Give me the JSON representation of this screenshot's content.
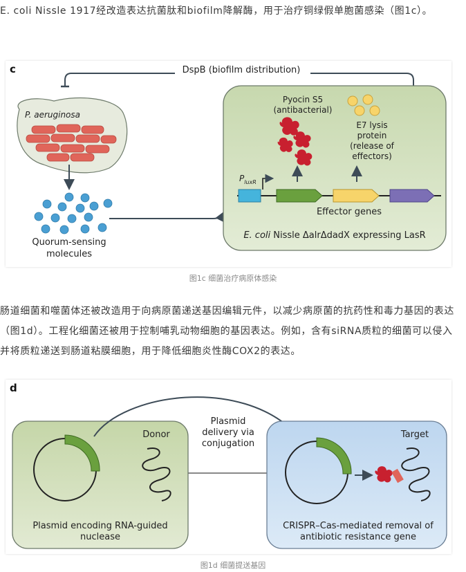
{
  "intro_paragraph": "E. coli Nissle 1917经改造表达抗菌肽和biofilm降解酶，用于治疗铜绿假单胞菌感染（图1c）。",
  "figure_c": {
    "panel_letter": "c",
    "top_arrow_label": "DspB (biofilm distribution)",
    "pathogen_label": "P. aeruginosa",
    "quorum_label_line1": "Quorum-sensing",
    "quorum_label_line2": "molecules",
    "pyocin_line1": "Pyocin S5",
    "pyocin_line2": "(antibacterial)",
    "e7_line1": "E7 lysis",
    "e7_line2": "protein",
    "e7_line3": "(release of",
    "e7_line4": "effectors)",
    "promoter_main": "P",
    "promoter_sub": "luxR",
    "effector_genes_label": "Effector genes",
    "strain_label_italic": "E. coli",
    "strain_label_rest": " Nissle ΔalrΔdadX expressing LasR",
    "caption": "图1c 细菌治疗病原体感染"
  },
  "body_paragraph": "肠道细菌和噬菌体还被改造用于向病原菌递送基因编辑元件，以减少病原菌的抗药性和毒力基因的表达（图1d）。工程化细菌还被用于控制哺乳动物细胞的基因表达。例如，含有siRNA质粒的细菌可以侵入并将质粒递送到肠道粘膜细胞，用于降低细胞炎性酶COX2的表达。",
  "figure_d": {
    "panel_letter": "d",
    "donor_label": "Donor",
    "target_label": "Target",
    "transfer_line1": "Plasmid",
    "transfer_line2": "delivery via",
    "transfer_line3": "conjugation",
    "donor_caption_line1": "Plasmid encoding RNA-guided",
    "donor_caption_line2": "nuclease",
    "target_caption_line1": "CRISPR–Cas-mediated removal of",
    "target_caption_line2": "antibiotic resistance gene",
    "caption": "图1d 细菌提送基因"
  },
  "colors": {
    "green_panel": "#d5e2c3",
    "blue_panel": "#c9def1",
    "bacteria_red": "#e0655a",
    "gene_green": "#6aa03e",
    "gene_yellow": "#f7d46a",
    "gene_purple": "#7c6fb5",
    "promoter_blue": "#45b4dc",
    "dot_blue": "#4a9fd3"
  }
}
